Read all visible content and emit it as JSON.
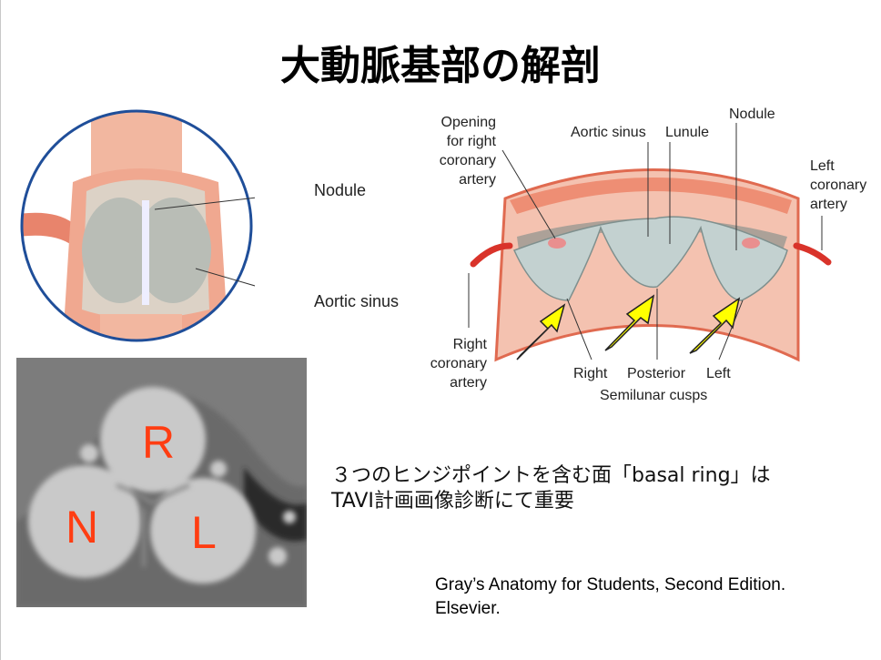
{
  "title": "大動脈基部の解剖",
  "left_figure": {
    "labels": {
      "nodule": "Nodule",
      "aortic_sinus": "Aortic sinus"
    }
  },
  "right_figure": {
    "labels": {
      "opening": [
        "Opening",
        "for right",
        "coronary",
        "artery"
      ],
      "aortic_sinus": "Aortic sinus",
      "lunule": "Lunule",
      "nodule": "Nodule",
      "left_coronary": [
        "Left",
        "coronary",
        "artery"
      ],
      "right_coronary": [
        "Right",
        "coronary",
        "artery"
      ],
      "right": "Right",
      "posterior": "Posterior",
      "left": "Left",
      "semilunar": "Semilunar cusps"
    },
    "arrow_color": "#ffff00"
  },
  "ct_image": {
    "labels": {
      "r": "R",
      "n": "N",
      "l": "L"
    },
    "label_color": "#ff3d12"
  },
  "body_text": [
    "３つのヒンジポイントを含む面「basal ring」は",
    "TAVI計画画像診断にて重要"
  ],
  "citation": [
    "Gray’s Anatomy for Students, Second Edition.",
    "Elsevier."
  ]
}
